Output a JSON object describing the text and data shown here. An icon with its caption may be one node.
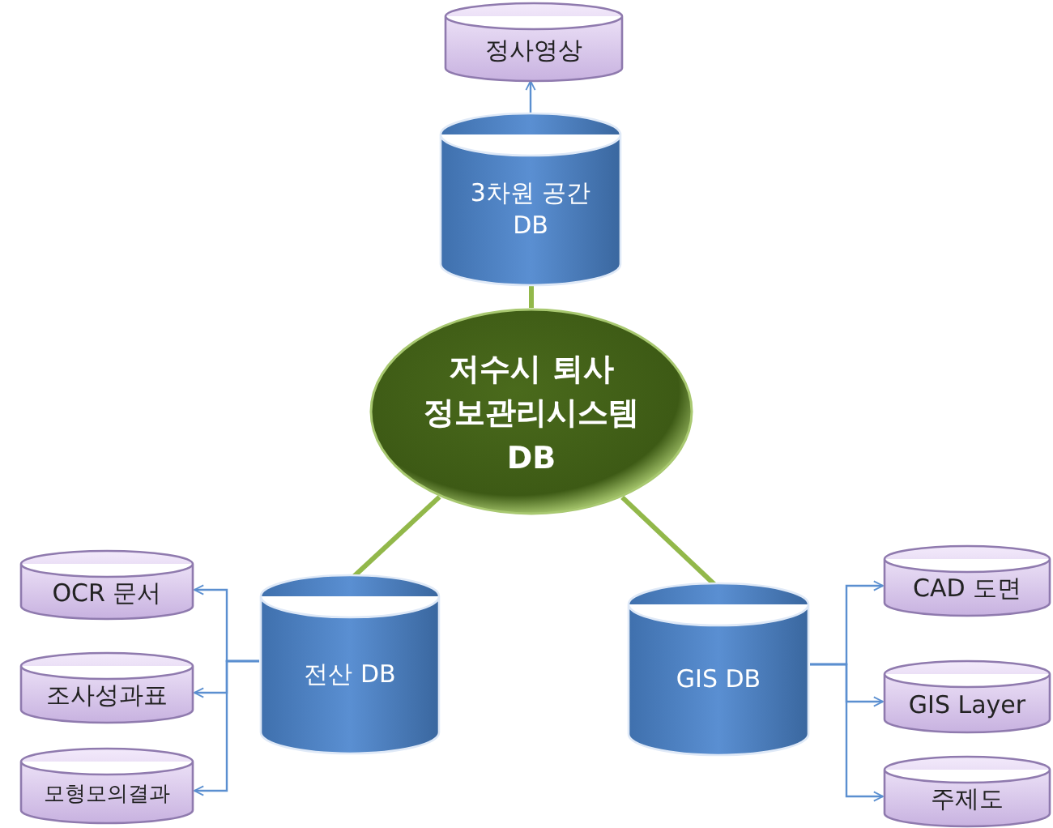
{
  "diagram": {
    "nodes": [
      {
        "text": [
          "정사영상"
        ]
      },
      {
        "text": [
          "3차원 공간 DB"
        ]
      },
      {
        "text": [
          "저수시 퇴사 정보관리시스템 DB"
        ]
      },
      {
        "text": [
          "OCR 문서"
        ]
      },
      {
        "text": [
          "조사성과표"
        ]
      },
      {
        "text": [
          "모형모의결과"
        ]
      },
      {
        "text": [
          "전산 DB"
        ]
      },
      {
        "text": [
          "GIS DB"
        ]
      },
      {
        "text": [
          "CAD 도면"
        ]
      },
      {
        "text": [
          "GIS Layer"
        ]
      },
      {
        "text": [
          "주제도"
        ]
      }
    ],
    "edges": [
      {
        "from": 1,
        "to": 0,
        "arrow": "to"
      },
      {
        "from": 2,
        "to": 1,
        "arrow": "none",
        "style": "thick",
        "color": "#92b84a"
      },
      {
        "from": 2,
        "to": 6,
        "arrow": "none",
        "style": "thick",
        "color": "#92b84a"
      },
      {
        "from": 2,
        "to": 7,
        "arrow": "none",
        "style": "thick",
        "color": "#92b84a"
      },
      {
        "from": 6,
        "to": 3,
        "arrow": "to"
      },
      {
        "from": 6,
        "to": 4,
        "arrow": "to"
      },
      {
        "from": 6,
        "to": 5,
        "arrow": "to"
      },
      {
        "from": 7,
        "to": 8,
        "arrow": "to"
      },
      {
        "from": 7,
        "to": 9,
        "arrow": "to"
      },
      {
        "from": 7,
        "to": 10,
        "arrow": "to"
      }
    ]
  }
}
